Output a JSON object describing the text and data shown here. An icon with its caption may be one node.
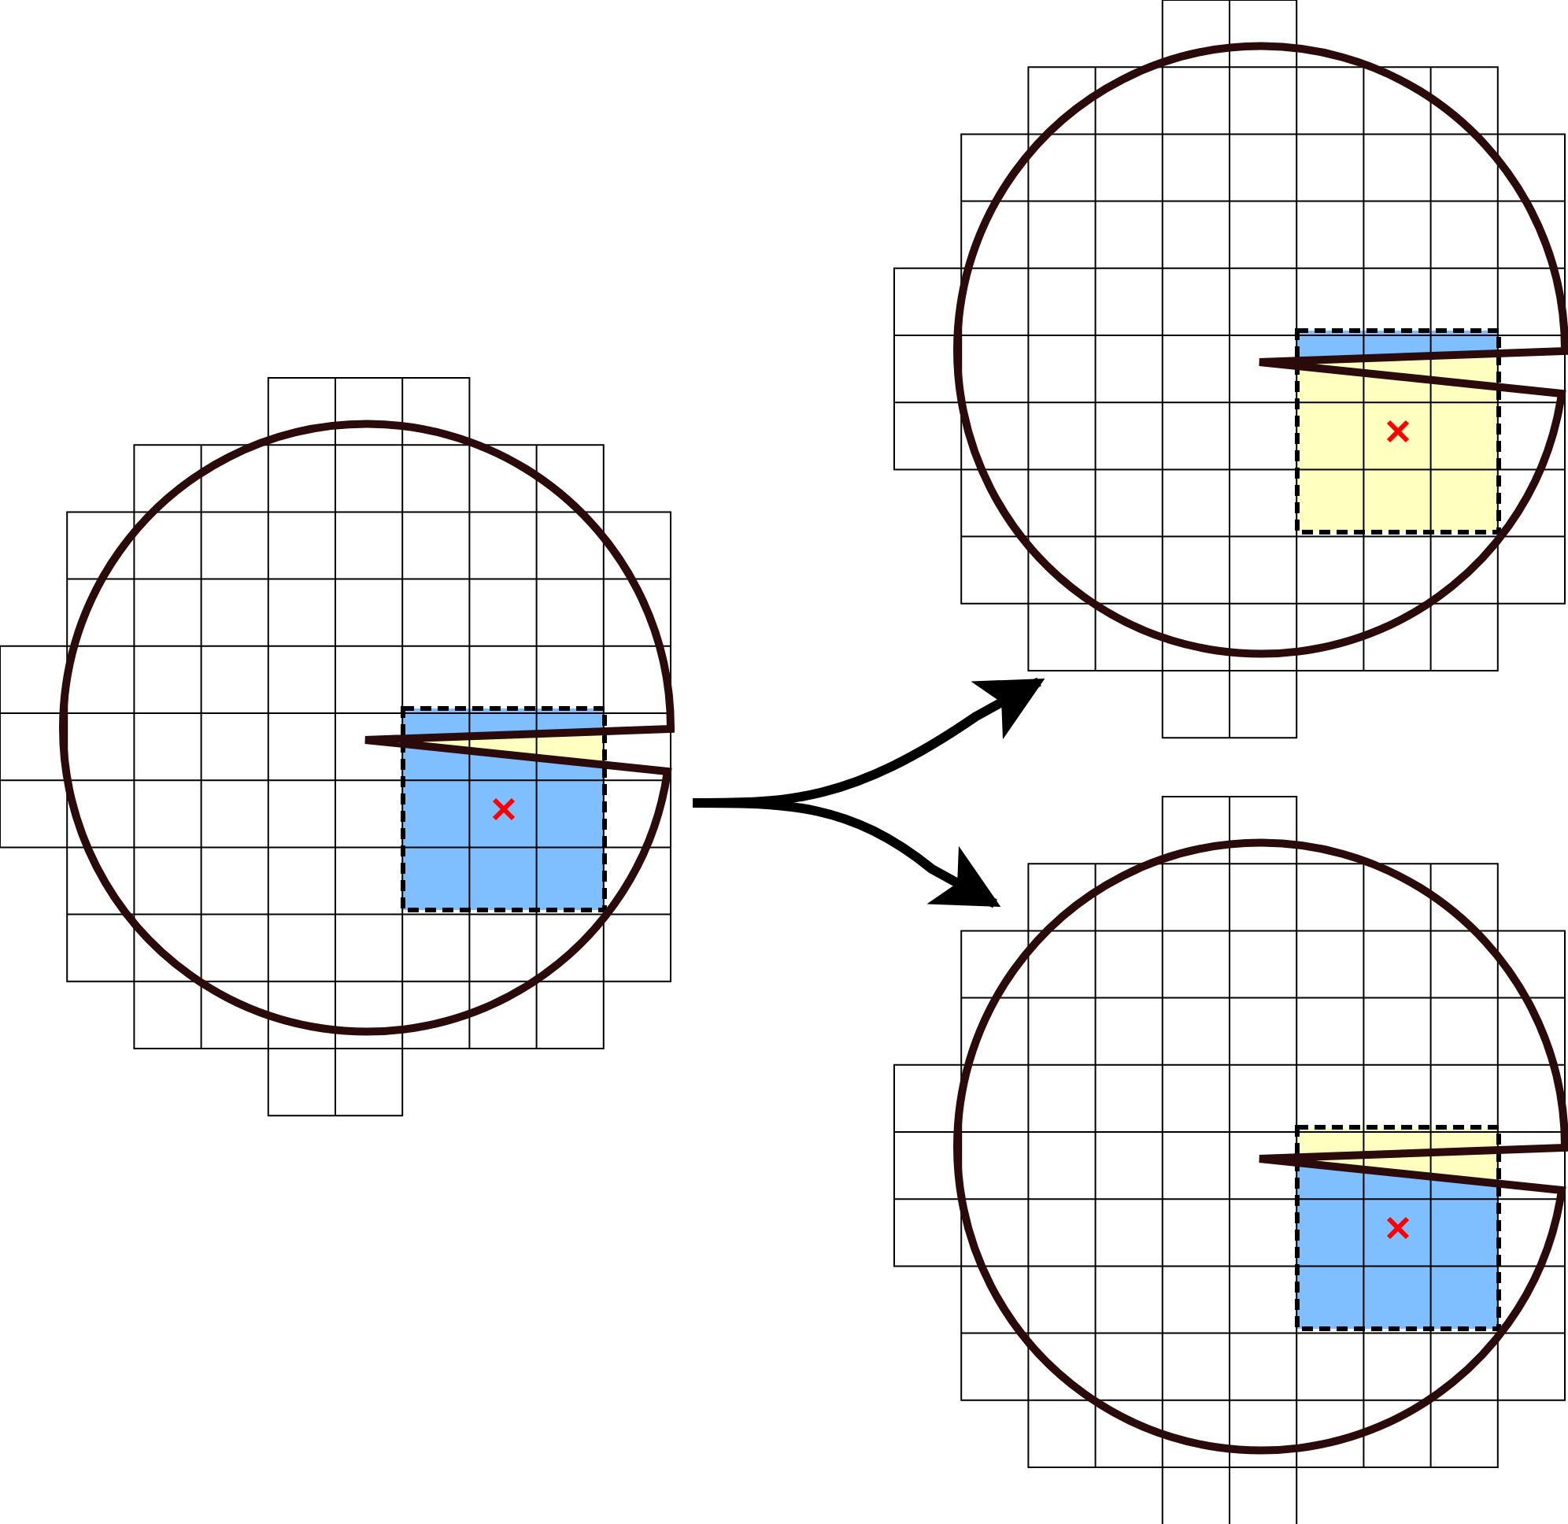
{
  "diagram": {
    "nodes": [
      {
        "text": [],
        "shape": "picture"
      },
      {
        "text": [],
        "shape": "picture"
      },
      {
        "text": [],
        "shape": "picture"
      }
    ],
    "edges": [
      {
        "from": 0,
        "to": 1,
        "arrow": "to"
      },
      {
        "from": 0,
        "to": 2,
        "arrow": "to"
      }
    ]
  }
}
